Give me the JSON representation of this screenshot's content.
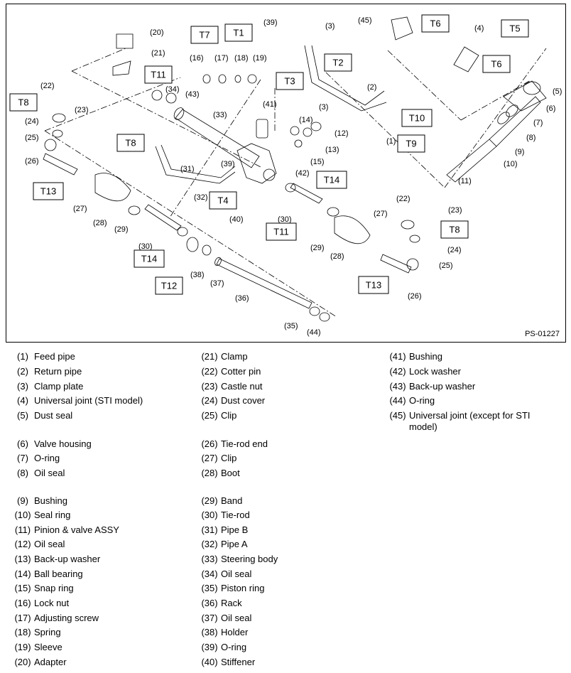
{
  "figure_id": "PS-01227",
  "torque_labels": [
    {
      "id": "t7",
      "text": "T7"
    },
    {
      "id": "t1",
      "text": "T1"
    },
    {
      "id": "t11a",
      "text": "T11"
    },
    {
      "id": "t8a",
      "text": "T8"
    },
    {
      "id": "t3",
      "text": "T3"
    },
    {
      "id": "t2",
      "text": "T2"
    },
    {
      "id": "t6a",
      "text": "T6"
    },
    {
      "id": "t5",
      "text": "T5"
    },
    {
      "id": "t6b",
      "text": "T6"
    },
    {
      "id": "t10",
      "text": "T10"
    },
    {
      "id": "t9",
      "text": "T9"
    },
    {
      "id": "t8b",
      "text": "T8"
    },
    {
      "id": "t13a",
      "text": "T13"
    },
    {
      "id": "t4",
      "text": "T4"
    },
    {
      "id": "t14a",
      "text": "T14"
    },
    {
      "id": "t11b",
      "text": "T11"
    },
    {
      "id": "t14b",
      "text": "T14"
    },
    {
      "id": "t12",
      "text": "T12"
    },
    {
      "id": "t8c",
      "text": "T8"
    },
    {
      "id": "t13b",
      "text": "T13"
    }
  ],
  "callouts": [
    "(20)",
    "(21)",
    "(16)",
    "(17)",
    "(18)",
    "(19)",
    "(39)",
    "(3)",
    "(45)",
    "(4)",
    "(22)",
    "(23)",
    "(24)",
    "(25)",
    "(26)",
    "(34)",
    "(43)",
    "(33)",
    "(41)",
    "(2)",
    "(3)",
    "(5)",
    "(6)",
    "(7)",
    "(8)",
    "(9)",
    "(10)",
    "(11)",
    "(1)",
    "(14)",
    "(12)",
    "(13)",
    "(15)",
    "(42)",
    "(39)",
    "(31)",
    "(32)",
    "(27)",
    "(28)",
    "(29)",
    "(40)",
    "(30)",
    "(30)",
    "(29)",
    "(28)",
    "(27)",
    "(22)",
    "(23)",
    "(24)",
    "(25)",
    "(26)",
    "(38)",
    "(37)",
    "(36)",
    "(35)",
    "(44)"
  ],
  "legend": [
    {
      "num": "(1)",
      "label": "Feed pipe"
    },
    {
      "num": "(2)",
      "label": "Return pipe"
    },
    {
      "num": "(3)",
      "label": "Clamp plate"
    },
    {
      "num": "(4)",
      "label": "Universal joint (STI model)"
    },
    {
      "num": "(5)",
      "label": "Dust seal"
    },
    {
      "num": "(6)",
      "label": "Valve housing"
    },
    {
      "num": "(7)",
      "label": "O-ring"
    },
    {
      "num": "(8)",
      "label": "Oil seal"
    },
    {
      "num": "(9)",
      "label": "Bushing"
    },
    {
      "num": "(10)",
      "label": "Seal ring"
    },
    {
      "num": "(11)",
      "label": "Pinion & valve ASSY"
    },
    {
      "num": "(12)",
      "label": "Oil seal"
    },
    {
      "num": "(13)",
      "label": "Back-up washer"
    },
    {
      "num": "(14)",
      "label": "Ball bearing"
    },
    {
      "num": "(15)",
      "label": "Snap ring"
    },
    {
      "num": "(16)",
      "label": "Lock nut"
    },
    {
      "num": "(17)",
      "label": "Adjusting screw"
    },
    {
      "num": "(18)",
      "label": "Spring"
    },
    {
      "num": "(19)",
      "label": "Sleeve"
    },
    {
      "num": "(20)",
      "label": "Adapter"
    },
    {
      "num": "(21)",
      "label": "Clamp"
    },
    {
      "num": "(22)",
      "label": "Cotter pin"
    },
    {
      "num": "(23)",
      "label": "Castle nut"
    },
    {
      "num": "(24)",
      "label": "Dust cover"
    },
    {
      "num": "(25)",
      "label": "Clip"
    },
    {
      "num": "(26)",
      "label": "Tie-rod end"
    },
    {
      "num": "(27)",
      "label": "Clip"
    },
    {
      "num": "(28)",
      "label": "Boot"
    },
    {
      "num": "(29)",
      "label": "Band"
    },
    {
      "num": "(30)",
      "label": "Tie-rod"
    },
    {
      "num": "(31)",
      "label": "Pipe B"
    },
    {
      "num": "(32)",
      "label": "Pipe A"
    },
    {
      "num": "(33)",
      "label": "Steering body"
    },
    {
      "num": "(34)",
      "label": "Oil seal"
    },
    {
      "num": "(35)",
      "label": "Piston ring"
    },
    {
      "num": "(36)",
      "label": "Rack"
    },
    {
      "num": "(37)",
      "label": "Oil seal"
    },
    {
      "num": "(38)",
      "label": "Holder"
    },
    {
      "num": "(39)",
      "label": "O-ring"
    },
    {
      "num": "(40)",
      "label": "Stiffener"
    },
    {
      "num": "(41)",
      "label": "Bushing"
    },
    {
      "num": "(42)",
      "label": "Lock washer"
    },
    {
      "num": "(43)",
      "label": "Back-up washer"
    },
    {
      "num": "(44)",
      "label": "O-ring"
    },
    {
      "num": "(45)",
      "label": "Universal joint (except for STI model)"
    }
  ]
}
